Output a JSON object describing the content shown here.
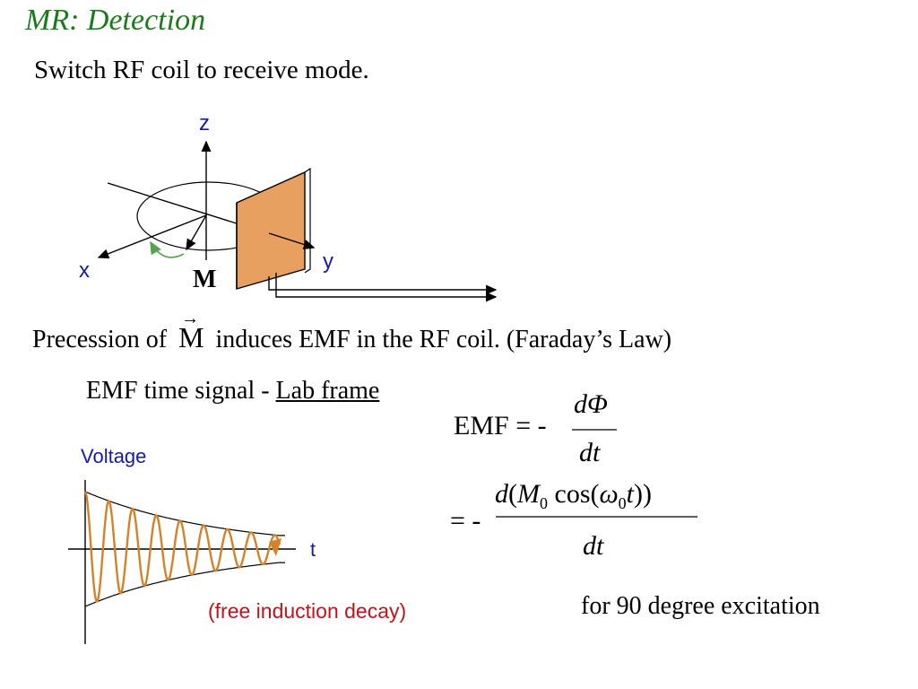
{
  "slide": {
    "title": "MR:  Detection",
    "subtitle": "Switch RF coil to receive mode."
  },
  "diagram": {
    "axis_z": "z",
    "axis_y": "y",
    "axis_x": "x",
    "magnetization_label": "M",
    "colors": {
      "coil": "#e8a060",
      "arrow_green": "#5aa050",
      "axis_text": "#1a1aa0"
    }
  },
  "text": {
    "precession_before": "Precession of",
    "precession_symbol": "M",
    "precession_after": "induces EMF in the RF coil.  (Faraday’s Law)",
    "emf_signal_prefix": "EMF time signal - ",
    "emf_signal_link": "Lab frame"
  },
  "equation": {
    "lhs": "EMF",
    "eq_minus": "= -",
    "num1": "dΦ",
    "den1": "dt",
    "eq_minus2": "= -",
    "num2_d": "d",
    "num2_paren": "(",
    "num2_M": "M",
    "num2_sub0": "0",
    "num2_cos": " cos(",
    "num2_omega": "ω",
    "num2_sub0b": "0",
    "num2_t": "t",
    "num2_close": "))",
    "den2": "dt",
    "note": "for 90 degree excitation"
  },
  "plot": {
    "ylabel": "Voltage",
    "xlabel": "t",
    "caption": "(free induction decay)",
    "colors": {
      "signal": "#d4822a",
      "envelope": "#000000",
      "caption": "#c0141a"
    }
  }
}
